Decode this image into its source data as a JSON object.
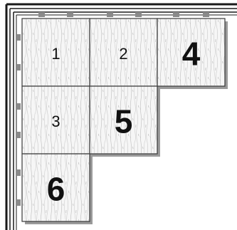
{
  "tiles": [
    {
      "label": "1",
      "emphasis": "normal",
      "col": 0,
      "row": 0
    },
    {
      "label": "2",
      "emphasis": "normal",
      "col": 1,
      "row": 0
    },
    {
      "label": "4",
      "emphasis": "bold",
      "col": 2,
      "row": 0
    },
    {
      "label": "3",
      "emphasis": "normal",
      "col": 0,
      "row": 1
    },
    {
      "label": "5",
      "emphasis": "bold",
      "col": 1,
      "row": 1
    },
    {
      "label": "6",
      "emphasis": "bold",
      "col": 0,
      "row": 2
    }
  ],
  "colors": {
    "tile_fill": "#f6f6f6",
    "tile_border": "#3a3a3a",
    "grain": "#b9b9b9",
    "frame": "#1a1a1a",
    "marker": "#8a8a8a"
  }
}
